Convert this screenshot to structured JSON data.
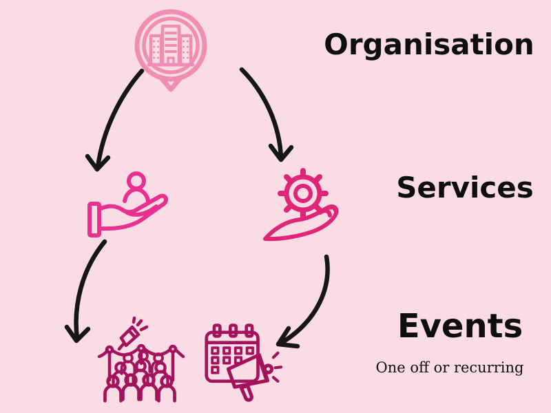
{
  "title": "Organisation to Services to Events flow infographic",
  "colors": {
    "background": "#fadce5",
    "pin_pink": "#ef8db3",
    "service_pink": "#e73090",
    "gear_pink": "#de2577",
    "event_magenta": "#a2135c",
    "arrow_black": "#161616",
    "text_black": "#0e0e0e"
  },
  "nodes": {
    "organisation": {
      "label": "Organisation",
      "icon": "building-location-pin-icon"
    },
    "services": {
      "label": "Services",
      "icon_left": "hand-holding-person-icon",
      "icon_right": "hand-holding-gear-icon"
    },
    "events": {
      "label": "Events",
      "subtitle": "One off or recurring",
      "icon_left": "audience-crowd-icon",
      "icon_right": "calendar-megaphone-icon"
    }
  },
  "edges": [
    {
      "from": "organisation",
      "to": "services-hand-holding-person"
    },
    {
      "from": "organisation",
      "to": "services-hand-holding-gear"
    },
    {
      "from": "services-hand-holding-person",
      "to": "events-audience-crowd"
    },
    {
      "from": "services-hand-holding-gear",
      "to": "events-calendar-megaphone"
    }
  ]
}
